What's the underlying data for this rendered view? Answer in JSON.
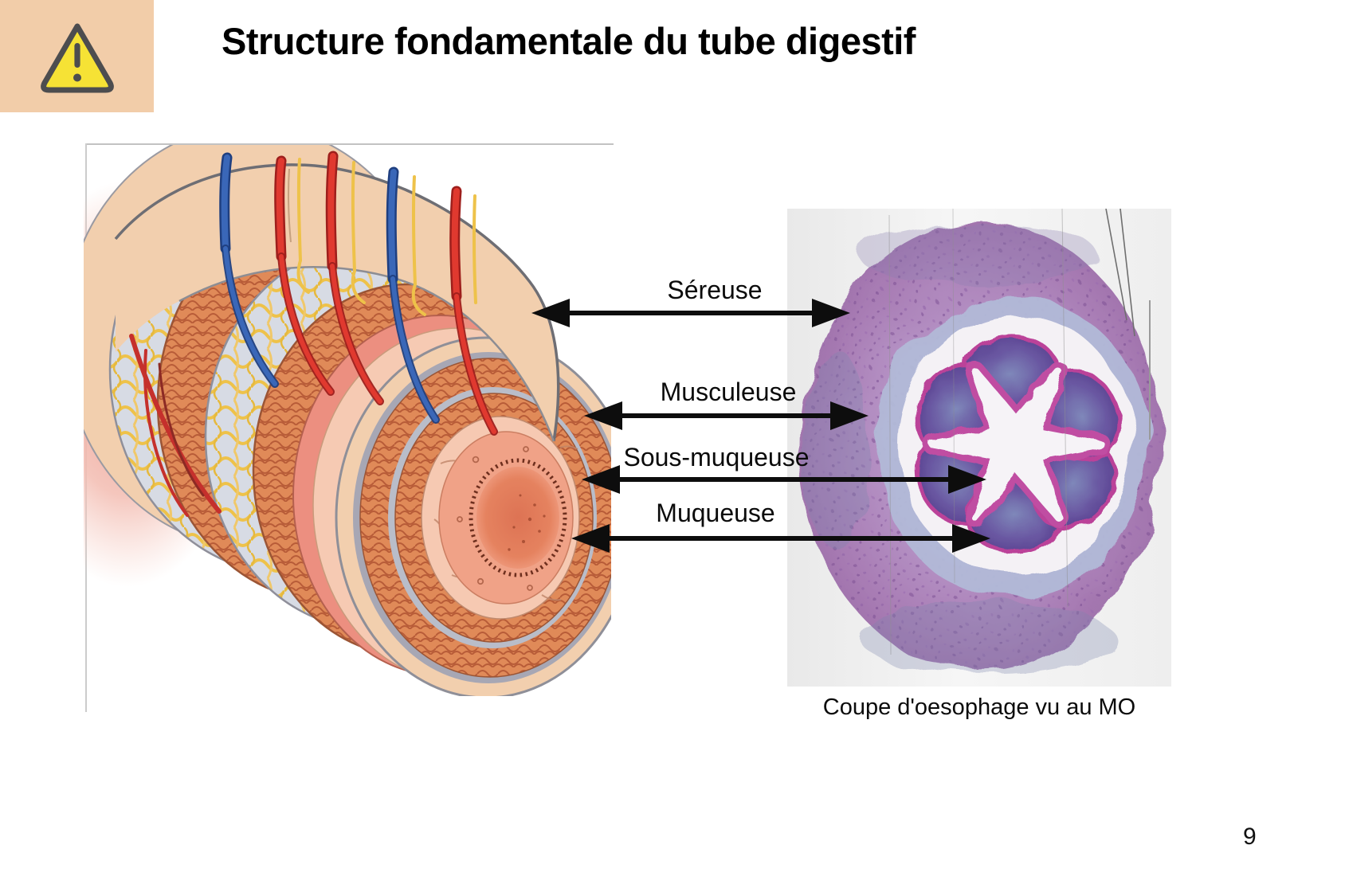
{
  "slide": {
    "title": "Structure fondamentale du tube digestif",
    "page_number": "9"
  },
  "header": {
    "warning_icon": "warning-triangle"
  },
  "figure": {
    "labels": [
      {
        "text": "Séreuse"
      },
      {
        "text": "Musculeuse"
      },
      {
        "text": "Sous-muqueuse"
      },
      {
        "text": "Muqueuse"
      }
    ],
    "caption": "Coupe d'oesophage vu au MO"
  },
  "colors": {
    "header_badge_bg": "#f2cda9",
    "warning_yellow": "#f6e235",
    "warning_outline": "#4d4d4f",
    "arrow_black": "#0d0d0d",
    "serosa_peach": "#f2cfae",
    "muscle_orange": "#e08a58",
    "nerve_yellow": "#eec24a",
    "mucosa_pink": "#f0a287",
    "vessel_red": "#e0392f",
    "vessel_blue": "#3a67b8",
    "histology_purple": "#a87cb4",
    "histology_lavender": "#b2bad8",
    "histology_fold_purple": "#6a58a2",
    "histology_magenta": "#c04da2"
  }
}
